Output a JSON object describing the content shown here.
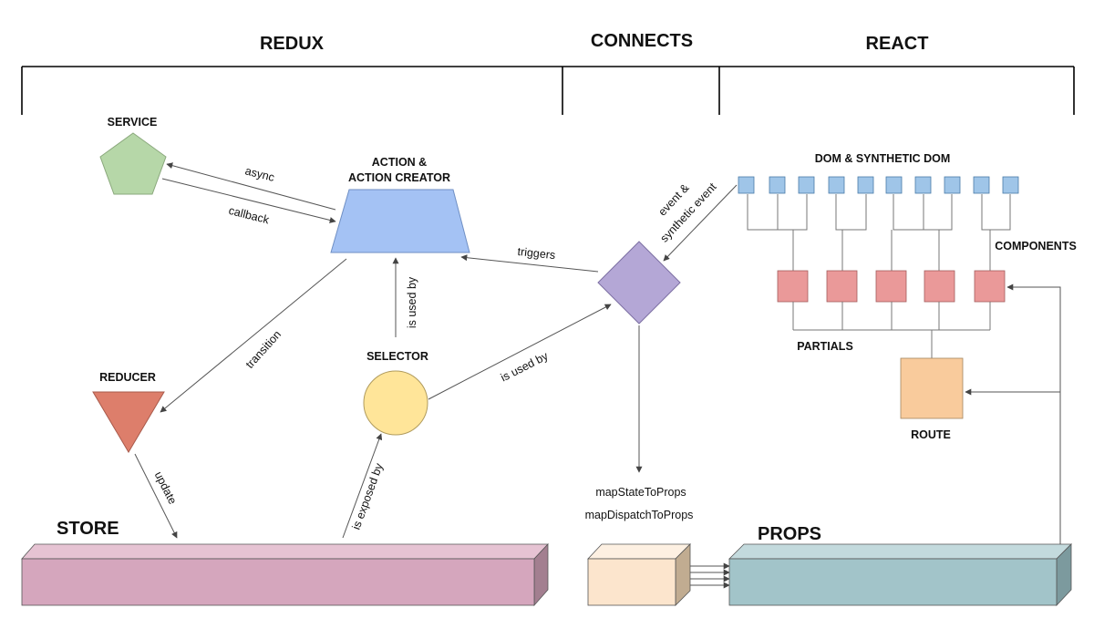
{
  "headers": {
    "redux": "REDUX",
    "connects": "CONNECTS",
    "react": "REACT"
  },
  "nodes": {
    "service": "SERVICE",
    "action_line1": "ACTION &",
    "action_line2": "ACTION CREATOR",
    "reducer": "REDUCER",
    "selector": "SELECTOR",
    "store": "STORE",
    "dom": "DOM & SYNTHETIC DOM",
    "components": "COMPONENTS",
    "partials": "PARTIALS",
    "route": "ROUTE",
    "props": "PROPS",
    "map_state": "mapStateToProps",
    "map_dispatch": "mapDispatchToProps"
  },
  "edges": {
    "async": "async",
    "callback": "callback",
    "transition": "transition",
    "is_used_by_selector": "is used by",
    "is_used_by_connect": "is used by",
    "triggers": "triggers",
    "event_line1": "event &",
    "event_line2": "synthetic event",
    "update": "update",
    "is_exposed_by": "is exposed by"
  },
  "colors": {
    "service": "#b6d7a8",
    "action": "#a4c2f4",
    "reducer": "#dd7e6b",
    "selector": "#ffe599",
    "connector": "#b4a7d6",
    "dom_node": "#9fc5e8",
    "component": "#ea9999",
    "route": "#f9cb9c",
    "store_front": "#d5a6bd",
    "store_top": "#e6c3d3",
    "store_side": "#a37f90",
    "connect_box_front": "#fce5cd",
    "connect_box_top": "#fdf0e2",
    "connect_box_side": "#c1ac91",
    "props_front": "#a2c4c9",
    "props_top": "#c3dadd",
    "props_side": "#7c9a9e"
  }
}
